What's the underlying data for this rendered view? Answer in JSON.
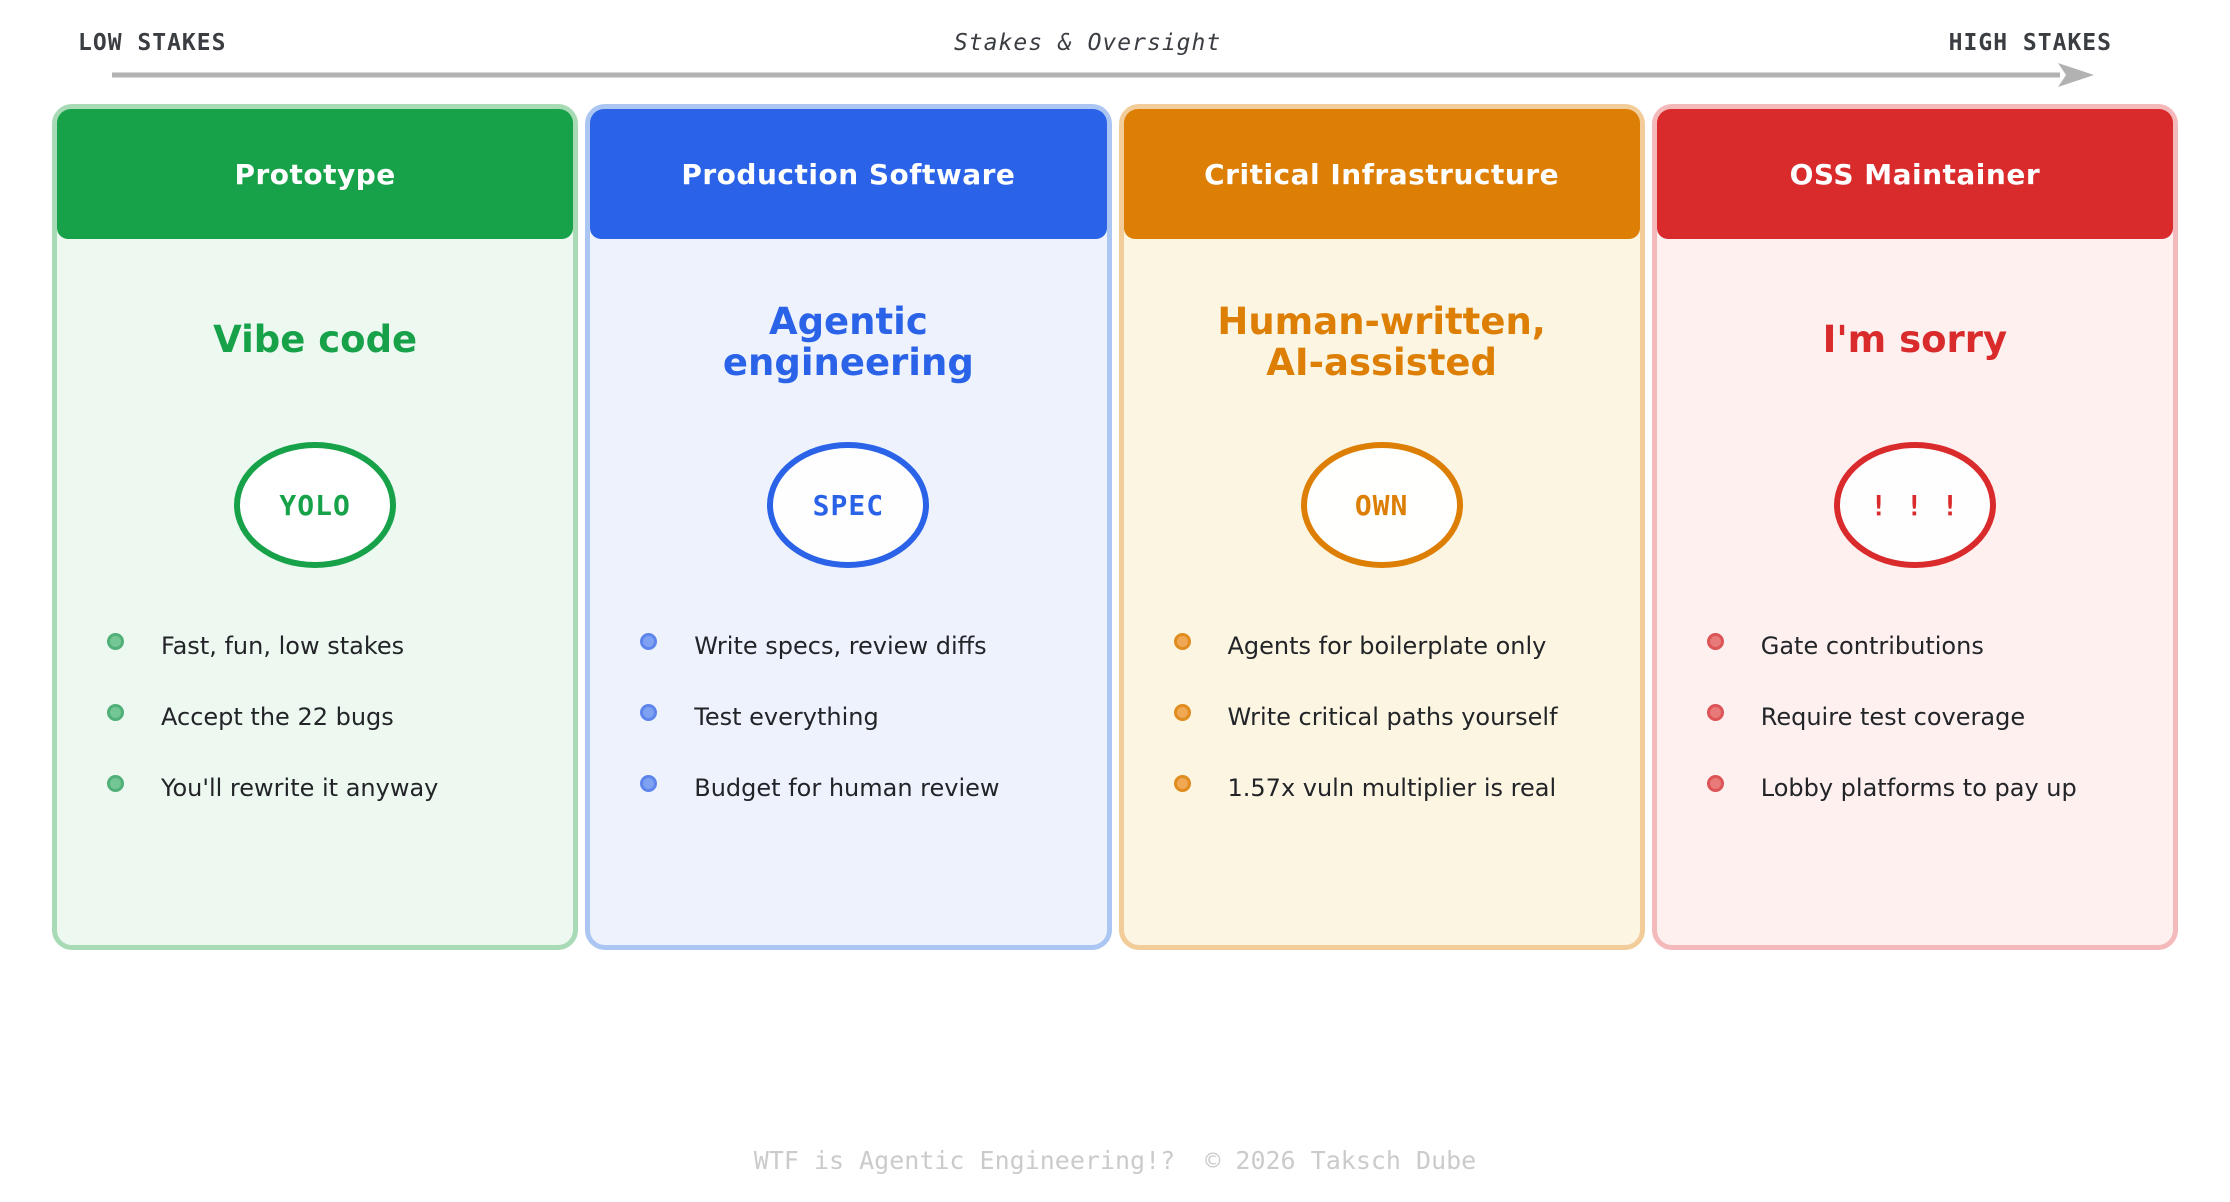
{
  "spectrum": {
    "left_label": "LOW STAKES",
    "center_label": "Stakes & Oversight",
    "right_label": "HIGH STAKES",
    "arrow_color": "#b2b2b2",
    "label_color": "#3a3d41"
  },
  "cards": [
    {
      "title": "Prototype",
      "subtitle_lines": [
        "Vibe code"
      ],
      "badge": "YOLO",
      "bullets": [
        "Fast, fun, low stakes",
        "Accept the 22 bugs",
        "You'll rewrite it anyway"
      ],
      "colors": {
        "header": "#17a24a",
        "border": "#a8dab6",
        "body": "#edf8f1",
        "dot": "#74c795",
        "dotring": "#51b078"
      }
    },
    {
      "title": "Production Software",
      "subtitle_lines": [
        "Agentic",
        "engineering"
      ],
      "badge": "SPEC",
      "bullets": [
        "Write specs, review diffs",
        "Test everything",
        "Budget for human review"
      ],
      "colors": {
        "header": "#2a63e8",
        "border": "#abc6f3",
        "body": "#edf2fd",
        "dot": "#7ea1f2",
        "dotring": "#5d85ec"
      }
    },
    {
      "title": "Critical Infrastructure",
      "subtitle_lines": [
        "Human-written,",
        "AI-assisted"
      ],
      "badge": "OWN",
      "bullets": [
        "Agents for boilerplate only",
        "Write critical paths yourself",
        "1.57x vuln multiplier is real"
      ],
      "colors": {
        "header": "#dd7e05",
        "border": "#f2cd9a",
        "body": "#fbf5e2",
        "dot": "#f0a854",
        "dotring": "#e08c1e"
      }
    },
    {
      "title": "OSS Maintainer",
      "subtitle_lines": [
        "I'm sorry"
      ],
      "badge": "! ! !",
      "bullets": [
        "Gate contributions",
        "Require test coverage",
        "Lobby platforms to pay up"
      ],
      "colors": {
        "header": "#d92a2c",
        "border": "#f4babb",
        "body": "#fdf0ef",
        "dot": "#e87a7a",
        "dotring": "#dd5456"
      }
    }
  ],
  "footer": {
    "text": "WTF is Agentic Engineering!?  © 2026 Taksch Dube"
  }
}
